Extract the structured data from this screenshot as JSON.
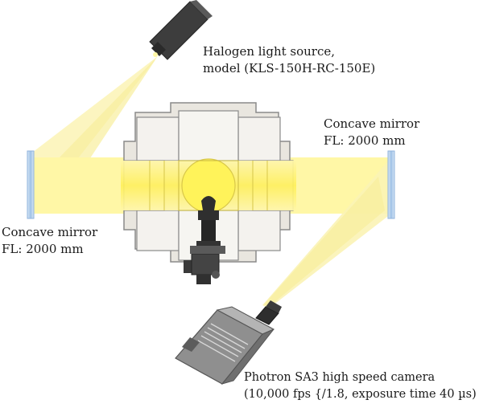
{
  "labels": {
    "halogen": {
      "line1": "Halogen light source,",
      "line2": "model (KLS-150H-RC-150E)"
    },
    "mirror_right": {
      "line1": "Concave mirror",
      "line2": "FL: 2000 mm"
    },
    "mirror_left": {
      "line1": "Concave mirror",
      "line2": "FL: 2000 mm"
    },
    "camera": {
      "line1": "Photron SA3 high speed camera",
      "line2": "(10,000 fps {/1.8, exposure time 40 µs)"
    }
  },
  "colors": {
    "beam": "#fff27a",
    "beam_bright": "#ffe600",
    "cone": "#fbf3b5",
    "mirror": "#a9c8ea",
    "chamber_fill": "#f1efea",
    "chamber_stroke": "#8a8a8a",
    "device_dark": "#3a3a3a",
    "camera_body": "#8c8c8c"
  }
}
